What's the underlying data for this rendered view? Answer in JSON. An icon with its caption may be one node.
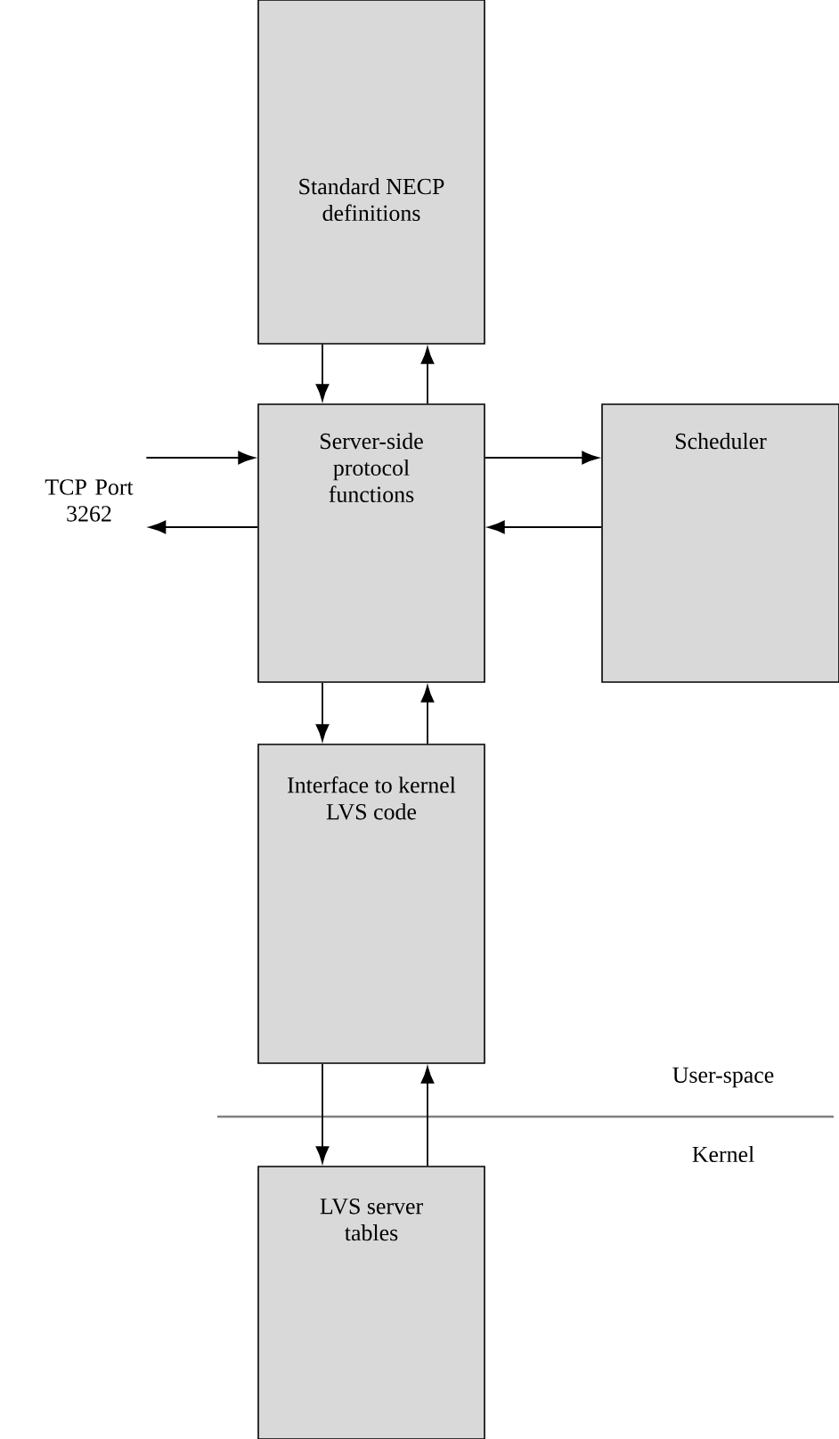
{
  "diagram": {
    "nodes": [
      {
        "text": [
          "Standard NECP definitions"
        ]
      },
      {
        "text": [
          "Server-side protocol functions"
        ]
      },
      {
        "text": [
          "Scheduler"
        ]
      },
      {
        "text": [
          "Interface to kernel LVS code"
        ]
      },
      {
        "text": [
          "LVS server tables"
        ]
      },
      {
        "text": [
          "TCP Port 3262"
        ]
      }
    ],
    "edges": [
      {
        "from": 0,
        "to": 1,
        "arrow": "to"
      },
      {
        "from": 1,
        "to": 0,
        "arrow": "to"
      },
      {
        "from": 5,
        "to": 1,
        "arrow": "to"
      },
      {
        "from": 1,
        "to": 5,
        "arrow": "to"
      },
      {
        "from": 1,
        "to": 2,
        "arrow": "to"
      },
      {
        "from": 2,
        "to": 1,
        "arrow": "to"
      },
      {
        "from": 1,
        "to": 3,
        "arrow": "to"
      },
      {
        "from": 3,
        "to": 1,
        "arrow": "to"
      },
      {
        "from": 3,
        "to": 4,
        "arrow": "to"
      },
      {
        "from": 4,
        "to": 3,
        "arrow": "to"
      }
    ],
    "labels": [
      "User-space",
      "Kernel"
    ]
  }
}
